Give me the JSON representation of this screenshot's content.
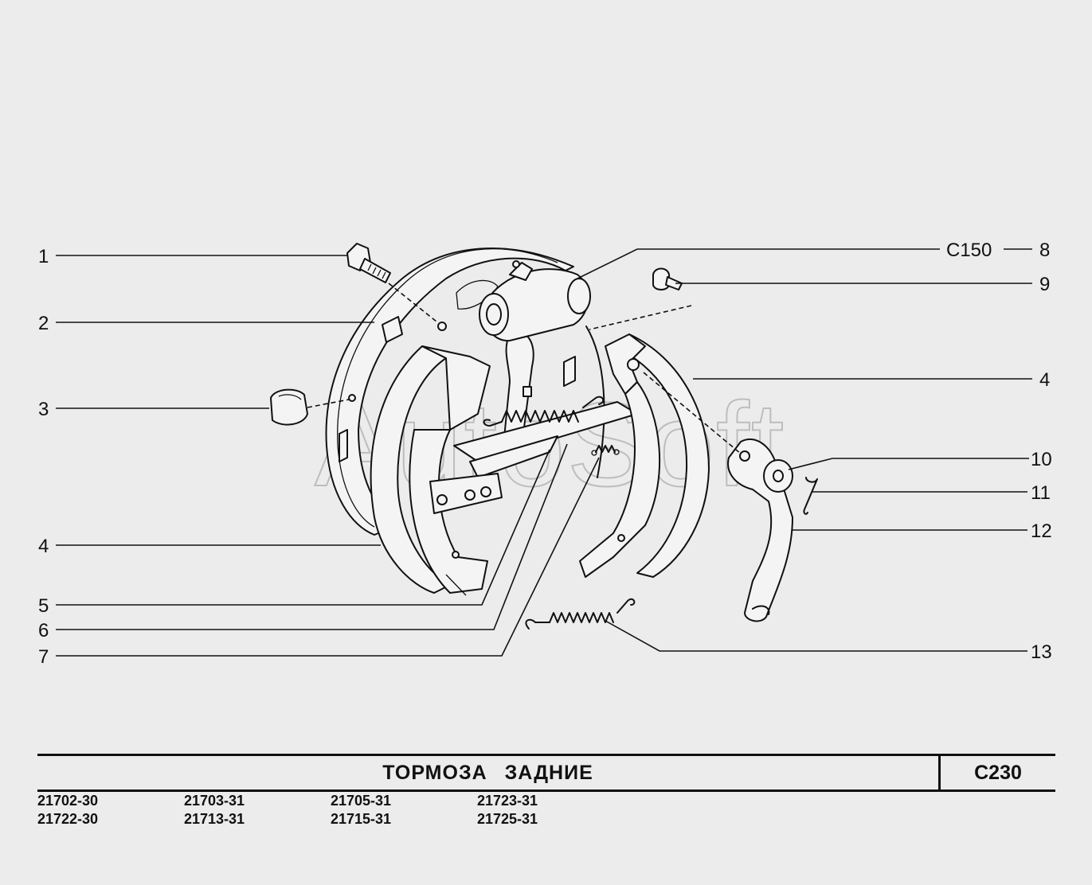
{
  "diagram": {
    "watermark": "AutoSoft",
    "callouts_left": [
      "1",
      "2",
      "3",
      "4",
      "5",
      "6",
      "7"
    ],
    "callouts_right": [
      "8",
      "9",
      "4",
      "10",
      "11",
      "12",
      "13"
    ],
    "reference_code": "C150"
  },
  "title_block": {
    "title": "ТОРМОЗА ЗАДНИЕ",
    "code": "C230"
  },
  "models": [
    "21702-30",
    "21703-31",
    "21705-31",
    "21723-31",
    "21722-30",
    "21713-31",
    "21715-31",
    "21725-31"
  ]
}
